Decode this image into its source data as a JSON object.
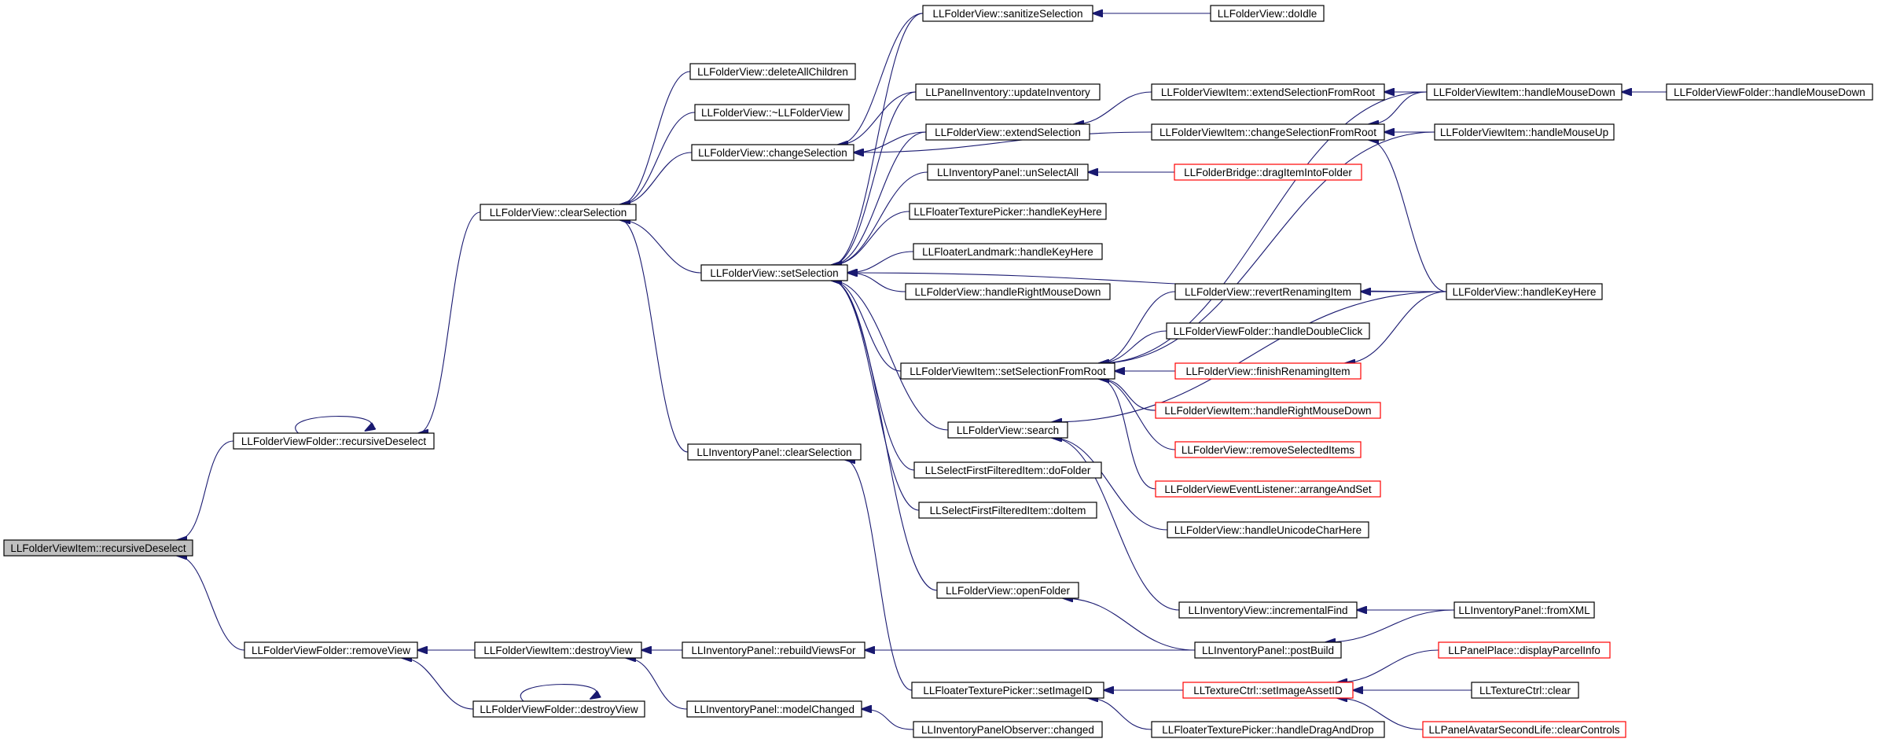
{
  "colors": {
    "edge": "#191970",
    "node_border": "#000000",
    "truncated_border": "#ff0000",
    "root_fill": "#bfbfbf",
    "node_fill": "#ffffff"
  },
  "nodes": [
    {
      "id": "n0",
      "label": "LLFolderViewItem::recursiveDeselect",
      "kind": "root"
    },
    {
      "id": "n1",
      "label": "LLFolderViewFolder::recursiveDeselect",
      "kind": "normal"
    },
    {
      "id": "n2",
      "label": "LLFolderViewFolder::removeView",
      "kind": "normal"
    },
    {
      "id": "n3",
      "label": "LLFolderView::clearSelection",
      "kind": "normal"
    },
    {
      "id": "n4",
      "label": "LLFolderViewItem::destroyView",
      "kind": "normal"
    },
    {
      "id": "n5",
      "label": "LLFolderViewFolder::destroyView",
      "kind": "normal"
    },
    {
      "id": "n6",
      "label": "LLFolderView::deleteAllChildren",
      "kind": "normal"
    },
    {
      "id": "n7",
      "label": "LLFolderView::~LLFolderView",
      "kind": "normal"
    },
    {
      "id": "n8",
      "label": "LLFolderView::changeSelection",
      "kind": "normal"
    },
    {
      "id": "n9",
      "label": "LLFolderView::setSelection",
      "kind": "normal"
    },
    {
      "id": "n10",
      "label": "LLInventoryPanel::clearSelection",
      "kind": "normal"
    },
    {
      "id": "n11",
      "label": "LLInventoryPanel::rebuildViewsFor",
      "kind": "normal"
    },
    {
      "id": "n12",
      "label": "LLInventoryPanel::modelChanged",
      "kind": "normal"
    },
    {
      "id": "n13",
      "label": "LLFolderView::sanitizeSelection",
      "kind": "normal"
    },
    {
      "id": "n14",
      "label": "LLPanelInventory::updateInventory",
      "kind": "normal"
    },
    {
      "id": "n15",
      "label": "LLFolderView::extendSelection",
      "kind": "normal"
    },
    {
      "id": "n16",
      "label": "LLInventoryPanel::unSelectAll",
      "kind": "normal"
    },
    {
      "id": "n17",
      "label": "LLFloaterTexturePicker::handleKeyHere",
      "kind": "normal"
    },
    {
      "id": "n18",
      "label": "LLFloaterLandmark::handleKeyHere",
      "kind": "normal"
    },
    {
      "id": "n19",
      "label": "LLFolderView::handleRightMouseDown",
      "kind": "normal"
    },
    {
      "id": "n20",
      "label": "LLFolderViewItem::setSelectionFromRoot",
      "kind": "normal"
    },
    {
      "id": "n21",
      "label": "LLFolderView::search",
      "kind": "normal"
    },
    {
      "id": "n22",
      "label": "LLSelectFirstFilteredItem::doFolder",
      "kind": "normal"
    },
    {
      "id": "n23",
      "label": "LLSelectFirstFilteredItem::doItem",
      "kind": "normal"
    },
    {
      "id": "n24",
      "label": "LLFolderView::openFolder",
      "kind": "normal"
    },
    {
      "id": "n25",
      "label": "LLFloaterTexturePicker::setImageID",
      "kind": "normal"
    },
    {
      "id": "n26",
      "label": "LLInventoryPanelObserver::changed",
      "kind": "normal"
    },
    {
      "id": "n27",
      "label": "LLFolderView::doIdle",
      "kind": "normal"
    },
    {
      "id": "n28",
      "label": "LLFolderViewItem::extendSelectionFromRoot",
      "kind": "normal"
    },
    {
      "id": "n29",
      "label": "LLFolderViewItem::changeSelectionFromRoot",
      "kind": "normal"
    },
    {
      "id": "n30",
      "label": "LLFolderBridge::dragItemIntoFolder",
      "kind": "truncated"
    },
    {
      "id": "n31",
      "label": "LLFolderView::revertRenamingItem",
      "kind": "normal"
    },
    {
      "id": "n32",
      "label": "LLFolderViewFolder::handleDoubleClick",
      "kind": "normal"
    },
    {
      "id": "n33",
      "label": "LLFolderView::finishRenamingItem",
      "kind": "truncated"
    },
    {
      "id": "n34",
      "label": "LLFolderViewItem::handleRightMouseDown",
      "kind": "truncated"
    },
    {
      "id": "n35",
      "label": "LLFolderView::removeSelectedItems",
      "kind": "truncated"
    },
    {
      "id": "n36",
      "label": "LLFolderViewEventListener::arrangeAndSet",
      "kind": "truncated"
    },
    {
      "id": "n37",
      "label": "LLFolderView::handleUnicodeCharHere",
      "kind": "normal"
    },
    {
      "id": "n38",
      "label": "LLInventoryView::incrementalFind",
      "kind": "normal"
    },
    {
      "id": "n39",
      "label": "LLInventoryPanel::postBuild",
      "kind": "normal"
    },
    {
      "id": "n40",
      "label": "LLTextureCtrl::setImageAssetID",
      "kind": "truncated"
    },
    {
      "id": "n41",
      "label": "LLFloaterTexturePicker::handleDragAndDrop",
      "kind": "normal"
    },
    {
      "id": "n42",
      "label": "LLFolderViewItem::handleMouseDown",
      "kind": "normal"
    },
    {
      "id": "n43",
      "label": "LLFolderViewItem::handleMouseUp",
      "kind": "normal"
    },
    {
      "id": "n44",
      "label": "LLFolderView::handleKeyHere",
      "kind": "normal"
    },
    {
      "id": "n45",
      "label": "LLInventoryPanel::fromXML",
      "kind": "normal"
    },
    {
      "id": "n46",
      "label": "LLPanelPlace::displayParcelInfo",
      "kind": "truncated"
    },
    {
      "id": "n47",
      "label": "LLTextureCtrl::clear",
      "kind": "normal"
    },
    {
      "id": "n48",
      "label": "LLPanelAvatarSecondLife::clearControls",
      "kind": "truncated"
    },
    {
      "id": "n49",
      "label": "LLFolderViewFolder::handleMouseDown",
      "kind": "normal"
    }
  ],
  "edges": [
    [
      "n1",
      "n0"
    ],
    [
      "n2",
      "n0"
    ],
    [
      "n1",
      "n1"
    ],
    [
      "n3",
      "n1"
    ],
    [
      "n4",
      "n2"
    ],
    [
      "n5",
      "n2"
    ],
    [
      "n5",
      "n5"
    ],
    [
      "n6",
      "n3"
    ],
    [
      "n7",
      "n3"
    ],
    [
      "n8",
      "n3"
    ],
    [
      "n9",
      "n3"
    ],
    [
      "n10",
      "n3"
    ],
    [
      "n11",
      "n4"
    ],
    [
      "n12",
      "n4"
    ],
    [
      "n13",
      "n8"
    ],
    [
      "n14",
      "n8"
    ],
    [
      "n15",
      "n8"
    ],
    [
      "n29",
      "n8"
    ],
    [
      "n13",
      "n9"
    ],
    [
      "n14",
      "n9"
    ],
    [
      "n15",
      "n9"
    ],
    [
      "n16",
      "n9"
    ],
    [
      "n17",
      "n9"
    ],
    [
      "n18",
      "n9"
    ],
    [
      "n19",
      "n9"
    ],
    [
      "n20",
      "n9"
    ],
    [
      "n21",
      "n9"
    ],
    [
      "n22",
      "n9"
    ],
    [
      "n23",
      "n9"
    ],
    [
      "n24",
      "n9"
    ],
    [
      "n44",
      "n9"
    ],
    [
      "n25",
      "n10"
    ],
    [
      "n39",
      "n11"
    ],
    [
      "n26",
      "n12"
    ],
    [
      "n27",
      "n13"
    ],
    [
      "n28",
      "n15"
    ],
    [
      "n30",
      "n16"
    ],
    [
      "n31",
      "n20"
    ],
    [
      "n32",
      "n20"
    ],
    [
      "n33",
      "n20"
    ],
    [
      "n34",
      "n20"
    ],
    [
      "n35",
      "n20"
    ],
    [
      "n36",
      "n20"
    ],
    [
      "n42",
      "n20"
    ],
    [
      "n43",
      "n20"
    ],
    [
      "n37",
      "n21"
    ],
    [
      "n38",
      "n21"
    ],
    [
      "n44",
      "n21"
    ],
    [
      "n39",
      "n24"
    ],
    [
      "n40",
      "n25"
    ],
    [
      "n41",
      "n25"
    ],
    [
      "n42",
      "n28"
    ],
    [
      "n42",
      "n29"
    ],
    [
      "n43",
      "n29"
    ],
    [
      "n44",
      "n29"
    ],
    [
      "n44",
      "n31"
    ],
    [
      "n44",
      "n33"
    ],
    [
      "n45",
      "n38"
    ],
    [
      "n45",
      "n39"
    ],
    [
      "n46",
      "n40"
    ],
    [
      "n47",
      "n40"
    ],
    [
      "n48",
      "n40"
    ],
    [
      "n49",
      "n42"
    ]
  ]
}
